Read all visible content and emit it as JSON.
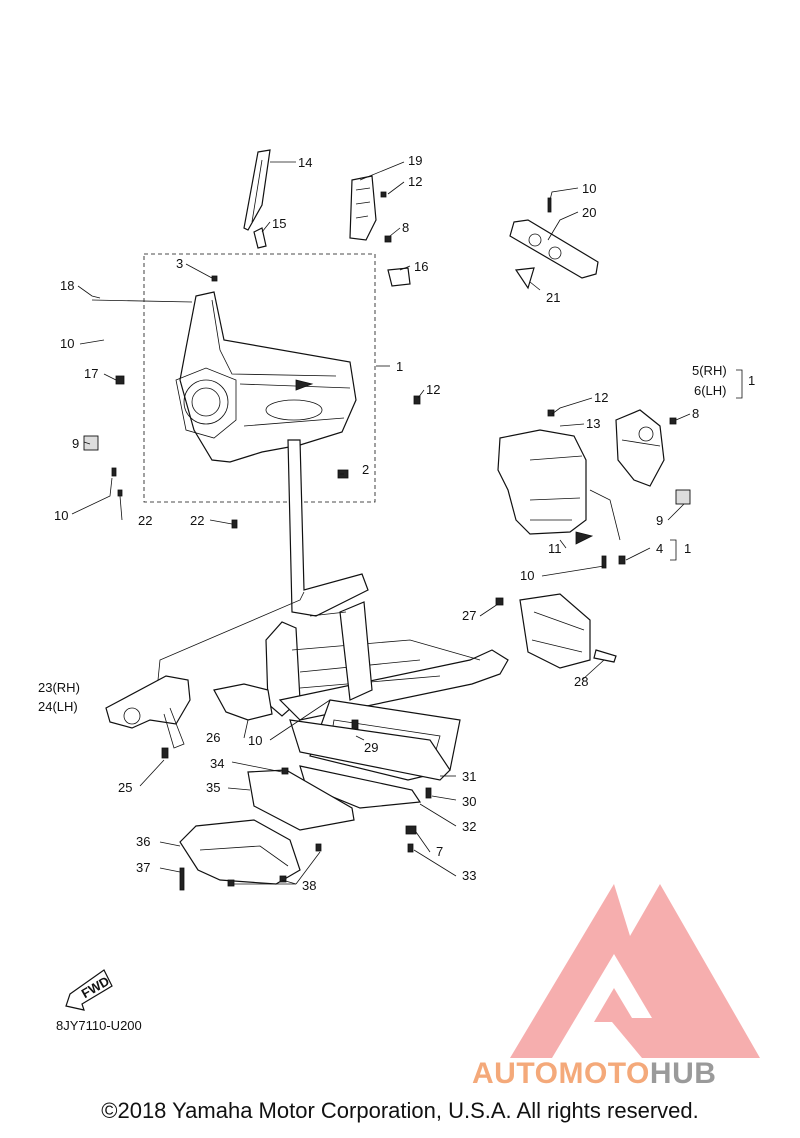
{
  "diagram_code": "8JY7110-U200",
  "fwd_label": "FWD",
  "copyright": "©2018 Yamaha Motor Corporation, U.S.A. All rights reserved.",
  "watermark": {
    "part1": "AUTOMOTO",
    "part2": "HUB",
    "color_primary": "#f4a0a0",
    "color_secondary": "#9a9a9a"
  },
  "callouts": [
    {
      "id": "c14",
      "text": "14"
    },
    {
      "id": "c19",
      "text": "19"
    },
    {
      "id": "c12a",
      "text": "12"
    },
    {
      "id": "c10a",
      "text": "10"
    },
    {
      "id": "c20",
      "text": "20"
    },
    {
      "id": "c15",
      "text": "15"
    },
    {
      "id": "c8a",
      "text": "8"
    },
    {
      "id": "c3",
      "text": "3"
    },
    {
      "id": "c16",
      "text": "16"
    },
    {
      "id": "c18",
      "text": "18"
    },
    {
      "id": "c21",
      "text": "21"
    },
    {
      "id": "c10b",
      "text": "10"
    },
    {
      "id": "c1a",
      "text": "1"
    },
    {
      "id": "c5rh",
      "text": "5(RH)"
    },
    {
      "id": "c6lh",
      "text": "6(LH)"
    },
    {
      "id": "c1b",
      "text": "1"
    },
    {
      "id": "c17",
      "text": "17"
    },
    {
      "id": "c12b",
      "text": "12"
    },
    {
      "id": "c12c",
      "text": "12"
    },
    {
      "id": "c8b",
      "text": "8"
    },
    {
      "id": "c13",
      "text": "13"
    },
    {
      "id": "c9a",
      "text": "9"
    },
    {
      "id": "c2",
      "text": "2"
    },
    {
      "id": "c10c",
      "text": "10"
    },
    {
      "id": "c22a",
      "text": "22"
    },
    {
      "id": "c22b",
      "text": "22"
    },
    {
      "id": "c9b",
      "text": "9"
    },
    {
      "id": "c11",
      "text": "11"
    },
    {
      "id": "c4",
      "text": "4"
    },
    {
      "id": "c1c",
      "text": "1"
    },
    {
      "id": "c10d",
      "text": "10"
    },
    {
      "id": "c27",
      "text": "27"
    },
    {
      "id": "c23rh",
      "text": "23(RH)"
    },
    {
      "id": "c24lh",
      "text": "24(LH)"
    },
    {
      "id": "c28",
      "text": "28"
    },
    {
      "id": "c26",
      "text": "26"
    },
    {
      "id": "c10e",
      "text": "10"
    },
    {
      "id": "c29",
      "text": "29"
    },
    {
      "id": "c25",
      "text": "25"
    },
    {
      "id": "c34",
      "text": "34"
    },
    {
      "id": "c31",
      "text": "31"
    },
    {
      "id": "c35",
      "text": "35"
    },
    {
      "id": "c30",
      "text": "30"
    },
    {
      "id": "c32",
      "text": "32"
    },
    {
      "id": "c36",
      "text": "36"
    },
    {
      "id": "c7",
      "text": "7"
    },
    {
      "id": "c37",
      "text": "37"
    },
    {
      "id": "c33",
      "text": "33"
    },
    {
      "id": "c38",
      "text": "38"
    }
  ]
}
